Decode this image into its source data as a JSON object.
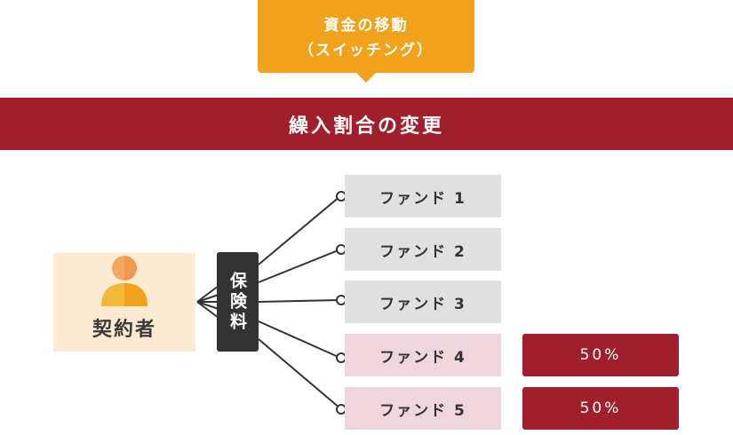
{
  "callout": {
    "line1": "資金の移動",
    "line2": "（スイッチング）"
  },
  "banner": {
    "title": "繰入割合の変更"
  },
  "contractor": {
    "label": "契約者"
  },
  "insurance": {
    "label": "保険料"
  },
  "funds": [
    {
      "label": "ファンド 1",
      "highlighted": false,
      "allocation": ""
    },
    {
      "label": "ファンド 2",
      "highlighted": false,
      "allocation": ""
    },
    {
      "label": "ファンド 3",
      "highlighted": false,
      "allocation": ""
    },
    {
      "label": "ファンド 4",
      "highlighted": true,
      "allocation": "50%"
    },
    {
      "label": "ファンド 5",
      "highlighted": true,
      "allocation": "50%"
    }
  ],
  "colors": {
    "callout": "#f0a21c",
    "banner": "#a11f2c",
    "contractor_bg": "#fcebd2",
    "insurance_bg": "#333333",
    "fund_grey": "#e0e0e0",
    "fund_pink": "#f1d5dc",
    "allocation": "#a11f2c"
  }
}
